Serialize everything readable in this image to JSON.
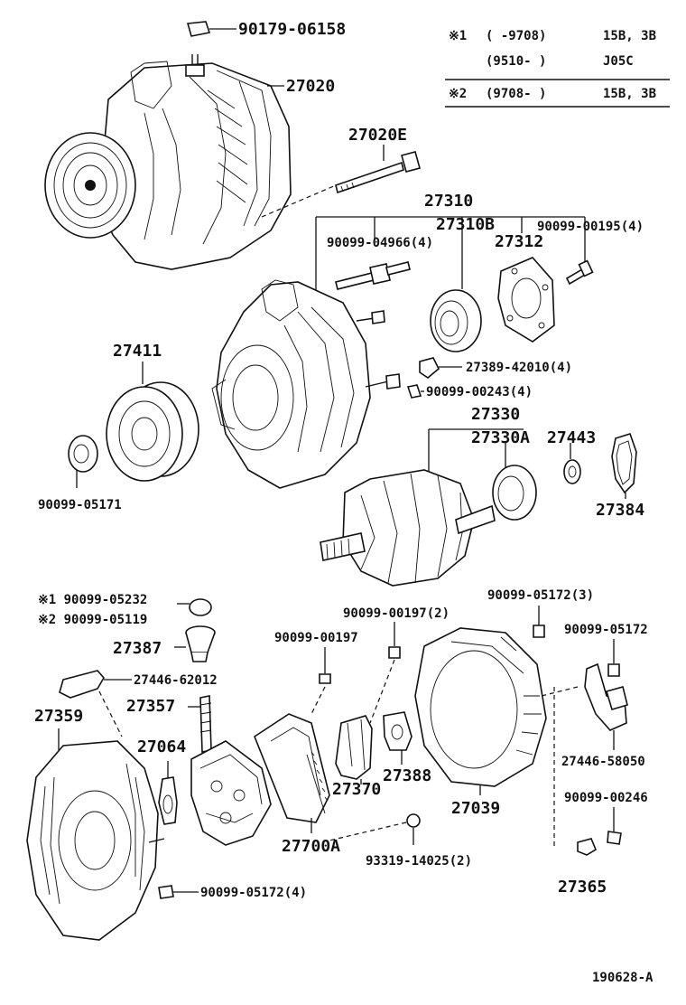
{
  "diagram_id": "190628-A",
  "applicability_table": {
    "rows": [
      {
        "mark": "※1",
        "range": "(      -9708)",
        "models": "15B, 3B"
      },
      {
        "mark": "",
        "range": "(9510-      )",
        "models": "J05C"
      },
      {
        "mark": "※2",
        "range": "(9708-      )",
        "models": "15B, 3B"
      }
    ]
  },
  "labels": {
    "p90179_06158": "90179-06158",
    "p27020": "27020",
    "p27020E": "27020E",
    "p27310": "27310",
    "p27310B": "27310B",
    "p90099_00195": "90099-00195(4)",
    "p90099_04966": "90099-04966(4)",
    "p27312": "27312",
    "p27411": "27411",
    "p27389_42010": "27389-42010(4)",
    "p90099_00243": "90099-00243(4)",
    "p27330": "27330",
    "p27330A": "27330A",
    "p27443": "27443",
    "p90099_05171": "90099-05171",
    "p27384": "27384",
    "p90099_05232": "※1 90099-05232",
    "p90099_05119": "※2 90099-05119",
    "p90099_00197_2": "90099-00197(2)",
    "p90099_05172_3": "90099-05172(3)",
    "p27387": "27387",
    "p90099_00197": "90099-00197",
    "p90099_05172": "90099-05172",
    "p27446_62012": "27446-62012",
    "p27357": "27357",
    "p27359": "27359",
    "p27064": "27064",
    "p27388": "27388",
    "p27370": "27370",
    "p27446_58050": "27446-58050",
    "p27039": "27039",
    "p90099_00246": "90099-00246",
    "p27700A": "27700A",
    "p93319_14025": "93319-14025(2)",
    "p27365": "27365",
    "p90099_05172_4": "90099-05172(4)"
  }
}
